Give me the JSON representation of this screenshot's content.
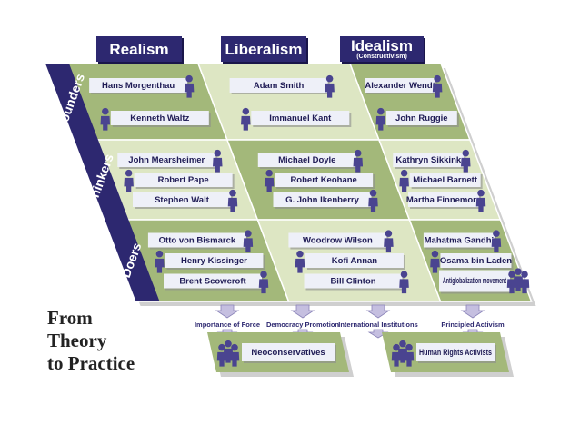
{
  "columns": [
    {
      "title": "Realism",
      "subtitle": ""
    },
    {
      "title": "Liberalism",
      "subtitle": ""
    },
    {
      "title": "Idealism",
      "subtitle": "(Constructivism)"
    }
  ],
  "rows": [
    "Founders",
    "Thinkers",
    "Doers"
  ],
  "cells": [
    [
      [
        {
          "name": "Hans Morgenthau",
          "icons": 1
        },
        {
          "name": "Kenneth Waltz",
          "icons": 1
        }
      ],
      [
        {
          "name": "Adam Smith",
          "icons": 1
        },
        {
          "name": "Immanuel Kant",
          "icons": 1
        }
      ],
      [
        {
          "name": "Alexander Wendt",
          "icons": 1
        },
        {
          "name": "John Ruggie",
          "icons": 1
        }
      ]
    ],
    [
      [
        {
          "name": "John Mearsheimer",
          "icons": 1
        },
        {
          "name": "Robert Pape",
          "icons": 1
        },
        {
          "name": "Stephen Walt",
          "icons": 1
        }
      ],
      [
        {
          "name": "Michael Doyle",
          "icons": 1
        },
        {
          "name": "Robert Keohane",
          "icons": 1
        },
        {
          "name": "G. John Ikenberry",
          "icons": 1
        }
      ],
      [
        {
          "name": "Kathryn Sikkink",
          "icons": 1
        },
        {
          "name": "Michael Barnett",
          "icons": 1
        },
        {
          "name": "Martha Finnemore",
          "icons": 1
        }
      ]
    ],
    [
      [
        {
          "name": "Otto von Bismarck",
          "icons": 1
        },
        {
          "name": "Henry Kissinger",
          "icons": 1
        },
        {
          "name": "Brent Scowcroft",
          "icons": 1
        }
      ],
      [
        {
          "name": "Woodrow Wilson",
          "icons": 1
        },
        {
          "name": "Kofi Annan",
          "icons": 1
        },
        {
          "name": "Bill Clinton",
          "icons": 1
        }
      ],
      [
        {
          "name": "Mahatma Gandhi",
          "icons": 1
        },
        {
          "name": "Osama bin Laden",
          "icons": 1
        },
        {
          "name": "Antiglobalization movement",
          "icons": 3
        }
      ]
    ]
  ],
  "arrows": [
    "Importance of Force",
    "Democracy Promotion",
    "International Institutions",
    "Principled Activism"
  ],
  "outcomes": [
    {
      "name": "Neoconservatives",
      "icons": 3
    },
    {
      "name": "Human Rights Activists",
      "icons": 3
    }
  ],
  "footer_title": [
    "From",
    "Theory",
    "to Practice"
  ],
  "colors": {
    "header_navy": "#2d2870",
    "grid_dark": "#a3b87a",
    "grid_light": "#dde6c3",
    "row_band_a": "#cbd8a6",
    "row_band_b": "#b9c98f",
    "label_box": "#eef0f8",
    "figure": "#4a4490",
    "arrow_fill": "#c5bfe0"
  },
  "icons": [
    "person-icon",
    "down-arrow-icon"
  ]
}
